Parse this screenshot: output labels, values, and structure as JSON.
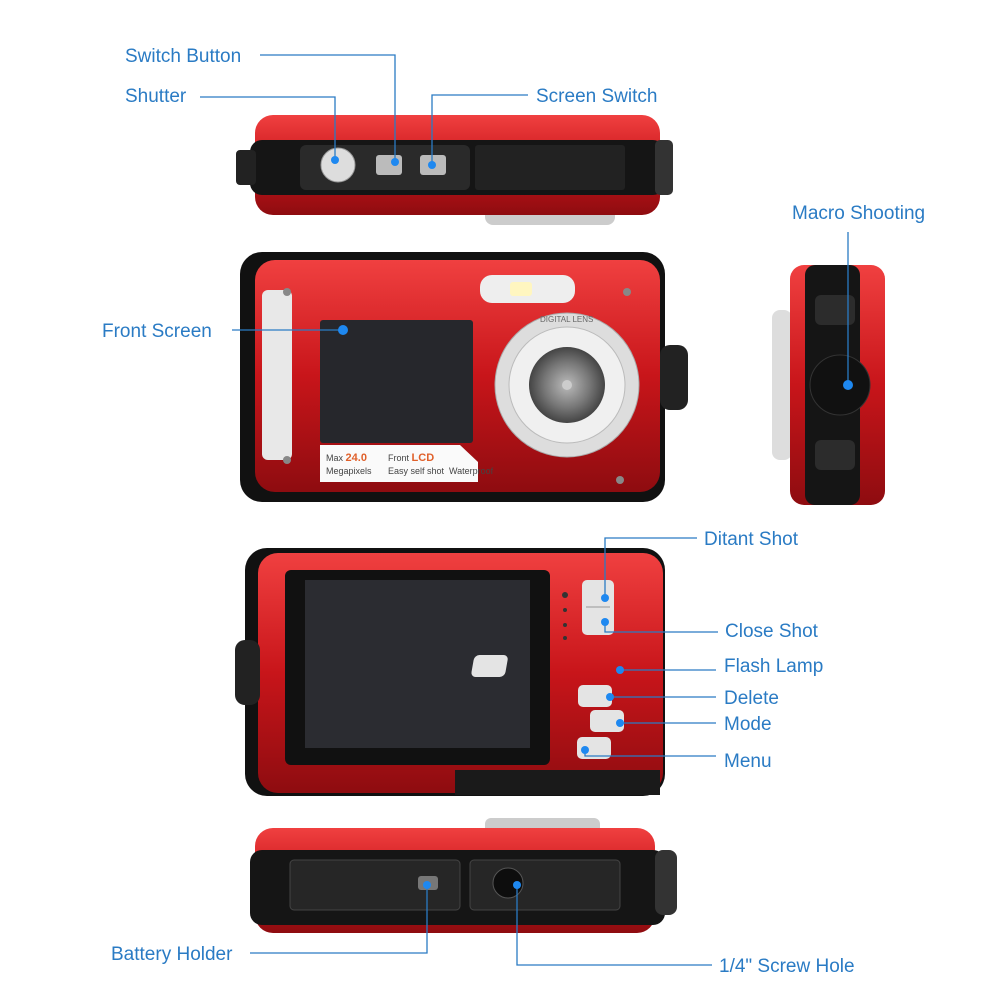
{
  "labels": {
    "switch_button": "Switch Button",
    "shutter": "Shutter",
    "screen_switch": "Screen Switch",
    "macro_shooting": "Macro Shooting",
    "front_screen": "Front Screen",
    "distant_shot": "Ditant Shot",
    "close_shot": "Close Shot",
    "flash_lamp": "Flash Lamp",
    "delete": "Delete",
    "mode": "Mode",
    "menu": "Menu",
    "battery_holder": "Battery Holder",
    "screw_hole": "1/4\" Screw Hole"
  },
  "sticker": {
    "max": "Max",
    "megapixel_value": "24.0",
    "megapixels": "Megapixels",
    "front": "Front",
    "lcd": "LCD",
    "easy_self_shot": "Easy self shot",
    "waterproof": "Waterproof"
  },
  "lens_ring_text": "DIGITAL LENS",
  "colors": {
    "label": "#2a7bc4",
    "body": "#d7191c",
    "dot": "#1e88f0"
  }
}
